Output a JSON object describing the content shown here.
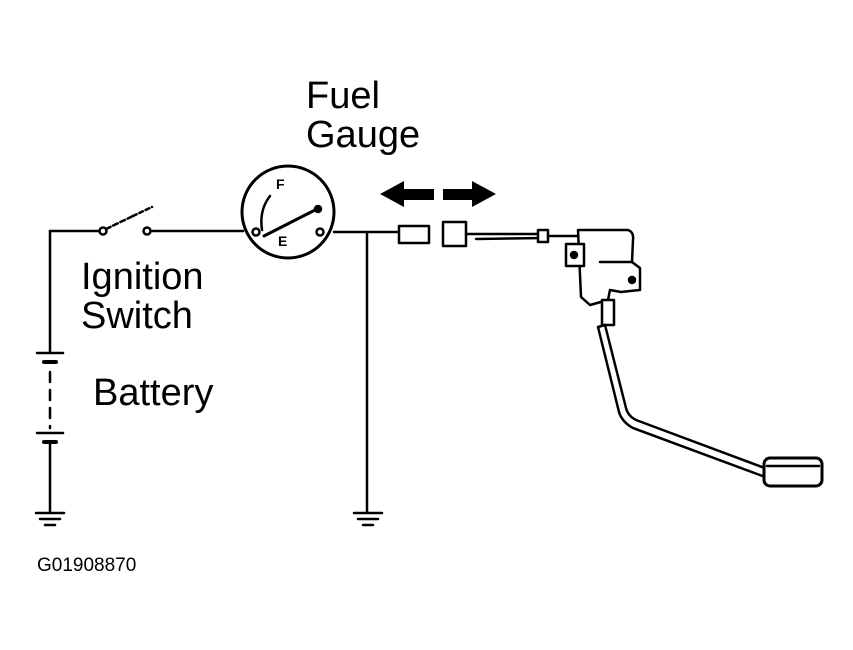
{
  "labels": {
    "fuel": "Fuel",
    "gauge": "Gauge",
    "ignition": "Ignition",
    "switch": "Switch",
    "battery": "Battery",
    "figure_code": "G01908870"
  },
  "dial": {
    "full_mark": "F",
    "empty_mark": "E"
  },
  "colors": {
    "line": "#000000",
    "background": "#ffffff"
  }
}
